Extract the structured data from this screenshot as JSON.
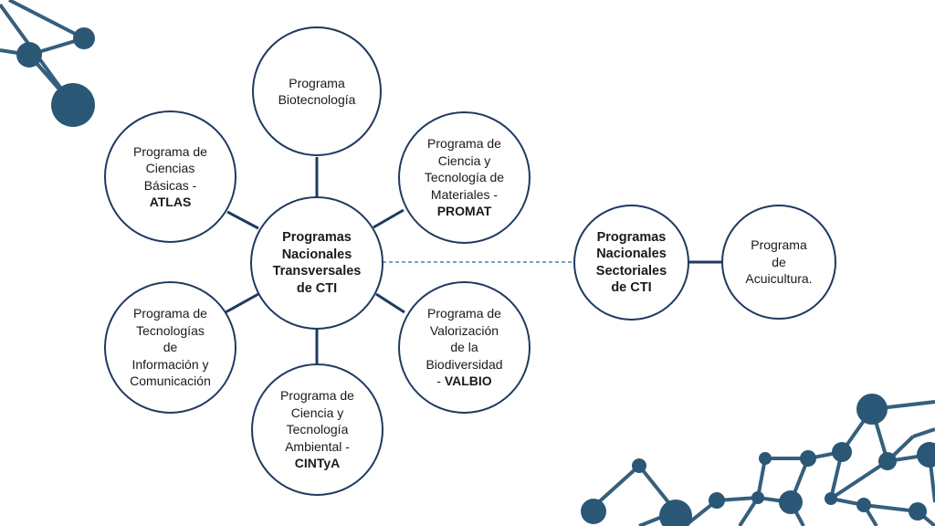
{
  "diagram": {
    "center": {
      "lines": [
        "Programas",
        "Nacionales",
        "Transversales",
        "de CTI"
      ]
    },
    "sectorial": {
      "lines": [
        "Programas",
        "Nacionales",
        "Sectoriales",
        "de CTI"
      ]
    },
    "nodes": {
      "biotecnologia": {
        "lines": [
          "Programa",
          "Biotecnología"
        ],
        "bold": ""
      },
      "materiales": {
        "lines": [
          "Programa de",
          "Ciencia y",
          "Tecnología de",
          "Materiales -"
        ],
        "bold": "PROMAT"
      },
      "valorizacion": {
        "lines": [
          "Programa de",
          "Valorización",
          "de la",
          "Biodiversidad"
        ],
        "prefix": "- ",
        "bold": "VALBIO"
      },
      "ambiental": {
        "lines": [
          "Programa de",
          "Ciencia y",
          "Tecnología",
          "Ambiental -"
        ],
        "bold": "CINTyA"
      },
      "tic": {
        "lines": [
          "Programa de",
          "Tecnologías",
          "de",
          "Información y",
          "Comunicación"
        ],
        "bold": ""
      },
      "ciencias_basicas": {
        "lines": [
          "Programa de",
          "Ciencias",
          "Básicas -"
        ],
        "bold": "ATLAS"
      },
      "acuicultura": {
        "lines": [
          "Programa",
          "de",
          "Acuicultura."
        ],
        "bold": ""
      }
    }
  },
  "colors": {
    "border": "#1f3a5f",
    "connector": "#1f3a5f",
    "dashed": "#5a7ea6",
    "network": "#2b5777",
    "text": "#1a1a1a"
  },
  "decor": {
    "icon": "network-decoration"
  }
}
